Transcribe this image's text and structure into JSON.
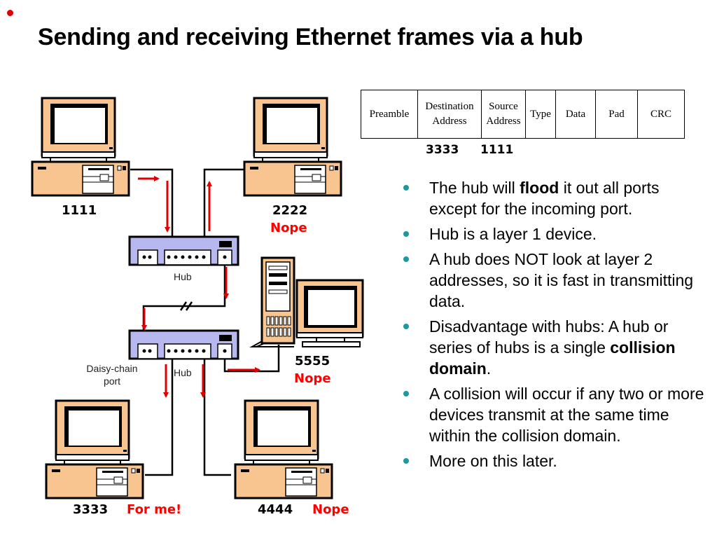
{
  "slide": {
    "title": "Sending and receiving Ethernet frames via a hub",
    "title_bullet_color": "#e00000"
  },
  "frame": {
    "fields": [
      "Preamble",
      "Destination Address",
      "Source Address",
      "Type",
      "Data",
      "Pad",
      "CRC"
    ],
    "field_lines": [
      [
        "Preamble"
      ],
      [
        "Destination",
        "Address"
      ],
      [
        "Source",
        "Address"
      ],
      [
        "Type"
      ],
      [
        "Data"
      ],
      [
        "Pad"
      ],
      [
        "CRC"
      ]
    ],
    "destination_value": "3333",
    "source_value": "1111"
  },
  "diagram": {
    "hub_label": "Hub",
    "daisy_chain_label_1": "Daisy-chain",
    "daisy_chain_label_2": "port",
    "hosts": [
      {
        "id": "1111",
        "address": "1111",
        "status": ""
      },
      {
        "id": "2222",
        "address": "2222",
        "status": "Nope"
      },
      {
        "id": "5555",
        "address": "5555",
        "status": "Nope"
      },
      {
        "id": "3333",
        "address": "3333",
        "status": "For me!"
      },
      {
        "id": "4444",
        "address": "4444",
        "status": "Nope"
      }
    ],
    "colors": {
      "computer_body": "#f8c490",
      "hub_body": "#b8b8f0",
      "arrow": "#e00000",
      "status_text": "#ff0000"
    }
  },
  "bullets": [
    {
      "parts": [
        {
          "text": "The hub will ",
          "bold": false
        },
        {
          "text": "flood",
          "bold": true
        },
        {
          "text": " it out all ports except for the incoming port.",
          "bold": false
        }
      ]
    },
    {
      "parts": [
        {
          "text": "Hub is a layer 1 device.",
          "bold": false
        }
      ]
    },
    {
      "parts": [
        {
          "text": "A hub does NOT look at layer 2 addresses, so it is fast in transmitting data.",
          "bold": false
        }
      ]
    },
    {
      "parts": [
        {
          "text": "Disadvantage with hubs:  A hub or series of hubs is a single ",
          "bold": false
        },
        {
          "text": "collision domain",
          "bold": true
        },
        {
          "text": ".",
          "bold": false
        }
      ]
    },
    {
      "parts": [
        {
          "text": "A collision will occur if any two or more devices transmit at the same time within the collision domain.",
          "bold": false
        }
      ]
    },
    {
      "parts": [
        {
          "text": "More on this later.",
          "bold": false
        }
      ]
    }
  ]
}
